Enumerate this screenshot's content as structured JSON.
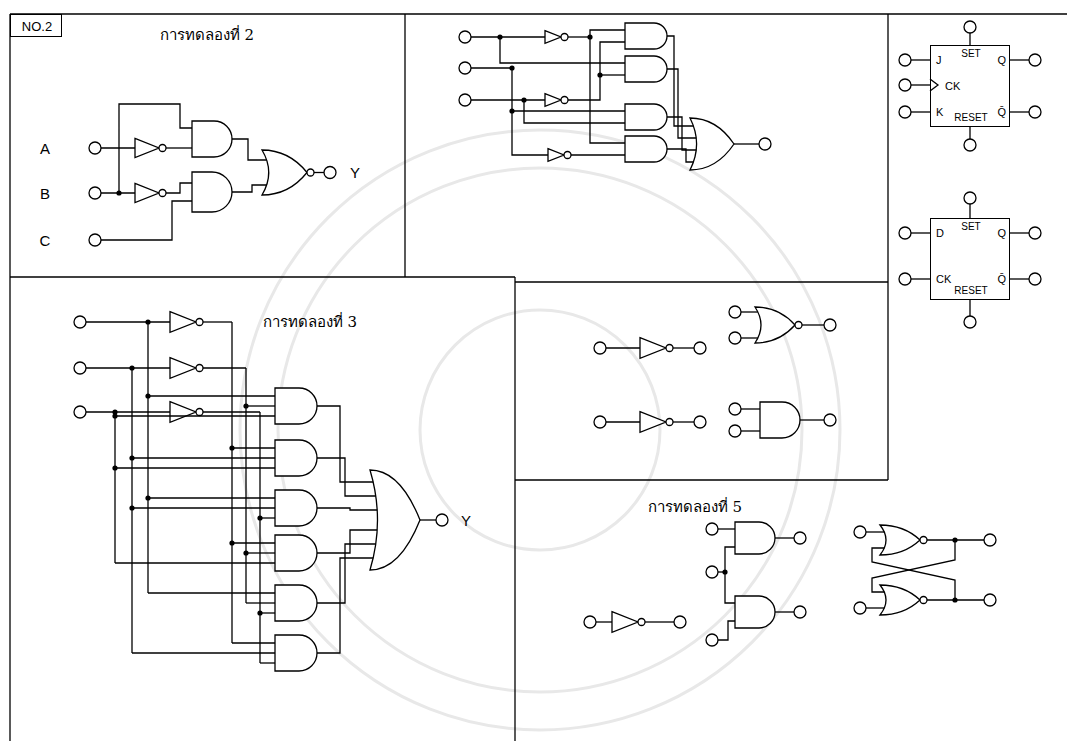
{
  "diagram": {
    "nodes": [
      {
        "text": [
          "การทดลองที่ 2"
        ]
      },
      {
        "text": [
          "NO.2"
        ],
        "in": 0
      },
      {
        "text": [
          "J",
          "SET",
          "Q",
          "CK",
          "K",
          "RESET",
          "Q̄"
        ]
      },
      {
        "text": [
          "D",
          "SET",
          "Q",
          "CK",
          "Q̄",
          "RESET"
        ]
      },
      {
        "text": [
          "การทดลองที่ 3"
        ]
      },
      {
        "text": [
          "การทดลองที่ 5"
        ]
      }
    ],
    "labels": [
      "A",
      "B",
      "C",
      "Y",
      "Y"
    ]
  }
}
